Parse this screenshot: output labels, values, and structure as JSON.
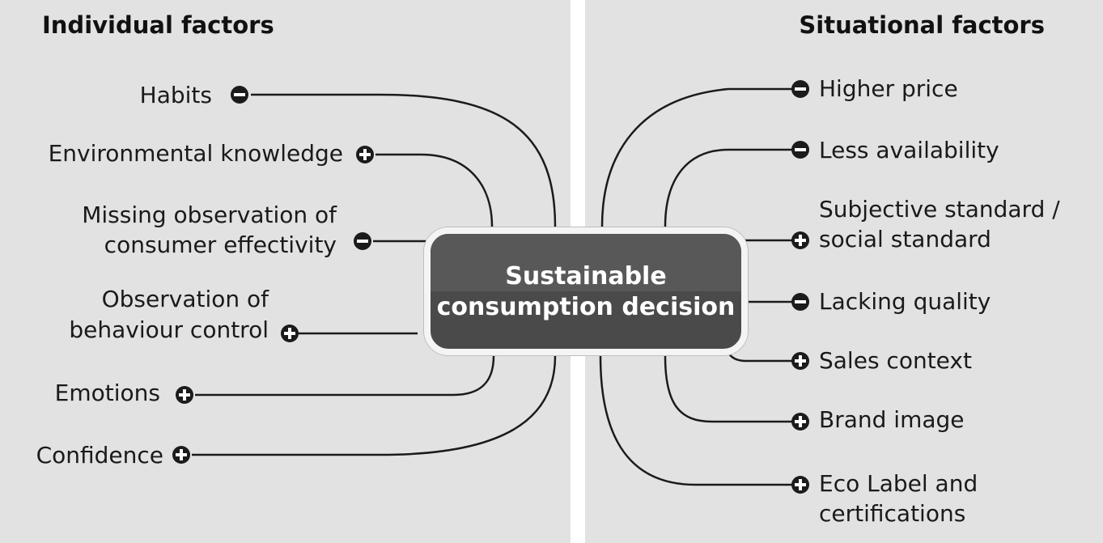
{
  "left_panel": {
    "title": "Individual factors",
    "factors": [
      {
        "label": "Habits",
        "sign": "minus"
      },
      {
        "label": "Environmental knowledge",
        "sign": "plus"
      },
      {
        "label_line1": "Missing observation of",
        "label_line2": "consumer effectivity",
        "sign": "minus"
      },
      {
        "label_line1": "Observation of",
        "label_line2": "behaviour control",
        "sign": "plus"
      },
      {
        "label": "Emotions",
        "sign": "plus"
      },
      {
        "label": "Confidence",
        "sign": "plus"
      }
    ]
  },
  "right_panel": {
    "title": "Situational factors",
    "factors": [
      {
        "label": "Higher price",
        "sign": "minus"
      },
      {
        "label": "Less availability",
        "sign": "minus"
      },
      {
        "label_line1": "Subjective standard /",
        "label_line2": "social standard",
        "sign": "plus"
      },
      {
        "label": "Lacking quality",
        "sign": "minus"
      },
      {
        "label": "Sales context",
        "sign": "plus"
      },
      {
        "label": "Brand image",
        "sign": "plus"
      },
      {
        "label_line1": "Eco Label and",
        "label_line2": "certifications",
        "sign": "plus"
      }
    ]
  },
  "center": {
    "line1": "Sustainable",
    "line2": "consumption decision"
  },
  "colors": {
    "panel": "#e2e2e2",
    "node": "#4a4a4a",
    "line": "#1b1b1b"
  }
}
